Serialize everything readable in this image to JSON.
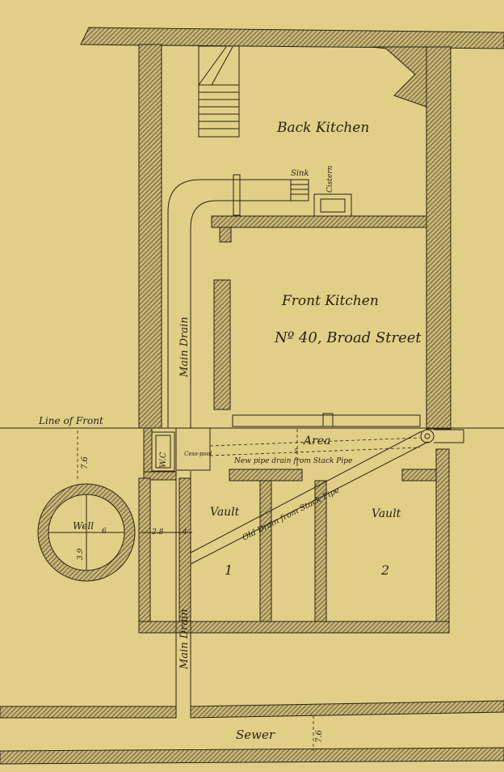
{
  "plan": {
    "rooms": {
      "back_kitchen": "Back Kitchen",
      "front_kitchen": "Front Kitchen",
      "address": "Nº 40, Broad Street",
      "area": "Area",
      "vault_left": "Vault",
      "vault_right": "Vault",
      "vault_1_number": "1",
      "vault_2_number": "2",
      "well": "Well",
      "sewer": "Sewer"
    },
    "fixtures": {
      "sink": "Sink",
      "cistern": "Cistern",
      "wc": "W.C",
      "cesspool": "Cess-pool"
    },
    "drains": {
      "main_drain_upper": "Main Drain",
      "main_drain_lower": "Main Drain",
      "old_drain": "Old Drain from Stack Pipe",
      "new_pipe": "New pipe drain from Stack Pipe"
    },
    "lines": {
      "line_of_front": "Line of Front"
    },
    "dimensions": {
      "well_width": "6",
      "well_depth": "3.9",
      "front_depth": "7.6",
      "passage_left": "2.8",
      "passage_right": "4",
      "area_span": "5",
      "sewer_depth": "7.6"
    }
  }
}
